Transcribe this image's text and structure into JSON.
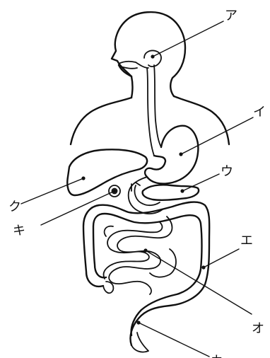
{
  "diagram": {
    "labels": {
      "a": "ア",
      "i": "イ",
      "u": "ウ",
      "e": "エ",
      "o": "オ",
      "ka": "カ",
      "ki": "キ",
      "ku": "ク"
    }
  },
  "colors": {
    "ink": "#111111",
    "paper": "#ffffff"
  }
}
